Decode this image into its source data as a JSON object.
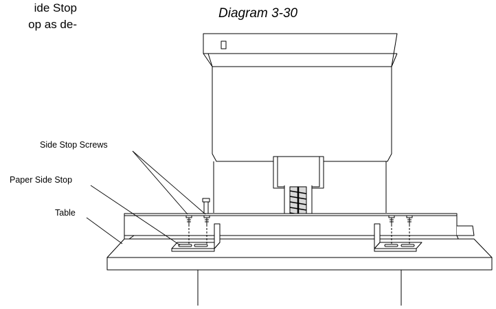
{
  "text_fragment": {
    "line1": "ide Stop",
    "line2": "op as de-"
  },
  "caption": "Diagram 3-30",
  "callouts": {
    "side_stop_screws": "Side Stop Screws",
    "paper_side_stop": "Paper Side Stop",
    "table": "Table"
  }
}
